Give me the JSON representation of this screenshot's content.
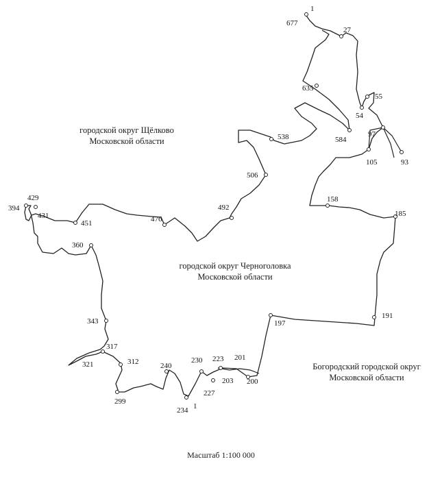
{
  "regions": {
    "shchelkovo": [
      "городской округ Щёлково",
      "Московской области"
    ],
    "chernogolovka": [
      "городской округ Черноголовка",
      "Московской области"
    ],
    "bogorodsky": [
      "Богородский городской округ",
      "Московской области"
    ]
  },
  "scale": "Масштаб 1:100 000",
  "point_labels": [
    "1",
    "677",
    "27",
    "635",
    "55",
    "54",
    "584",
    "97",
    "538",
    "105",
    "93",
    "506",
    "158",
    "185",
    "429",
    "394",
    "431",
    "451",
    "476",
    "492",
    "360",
    "197",
    "191",
    "343",
    "317",
    "321",
    "312",
    "240",
    "230",
    "223",
    "201",
    "203",
    "200",
    "227",
    "299",
    "234",
    "1"
  ],
  "colors": {
    "boundary": "#222222",
    "text": "#111111"
  }
}
